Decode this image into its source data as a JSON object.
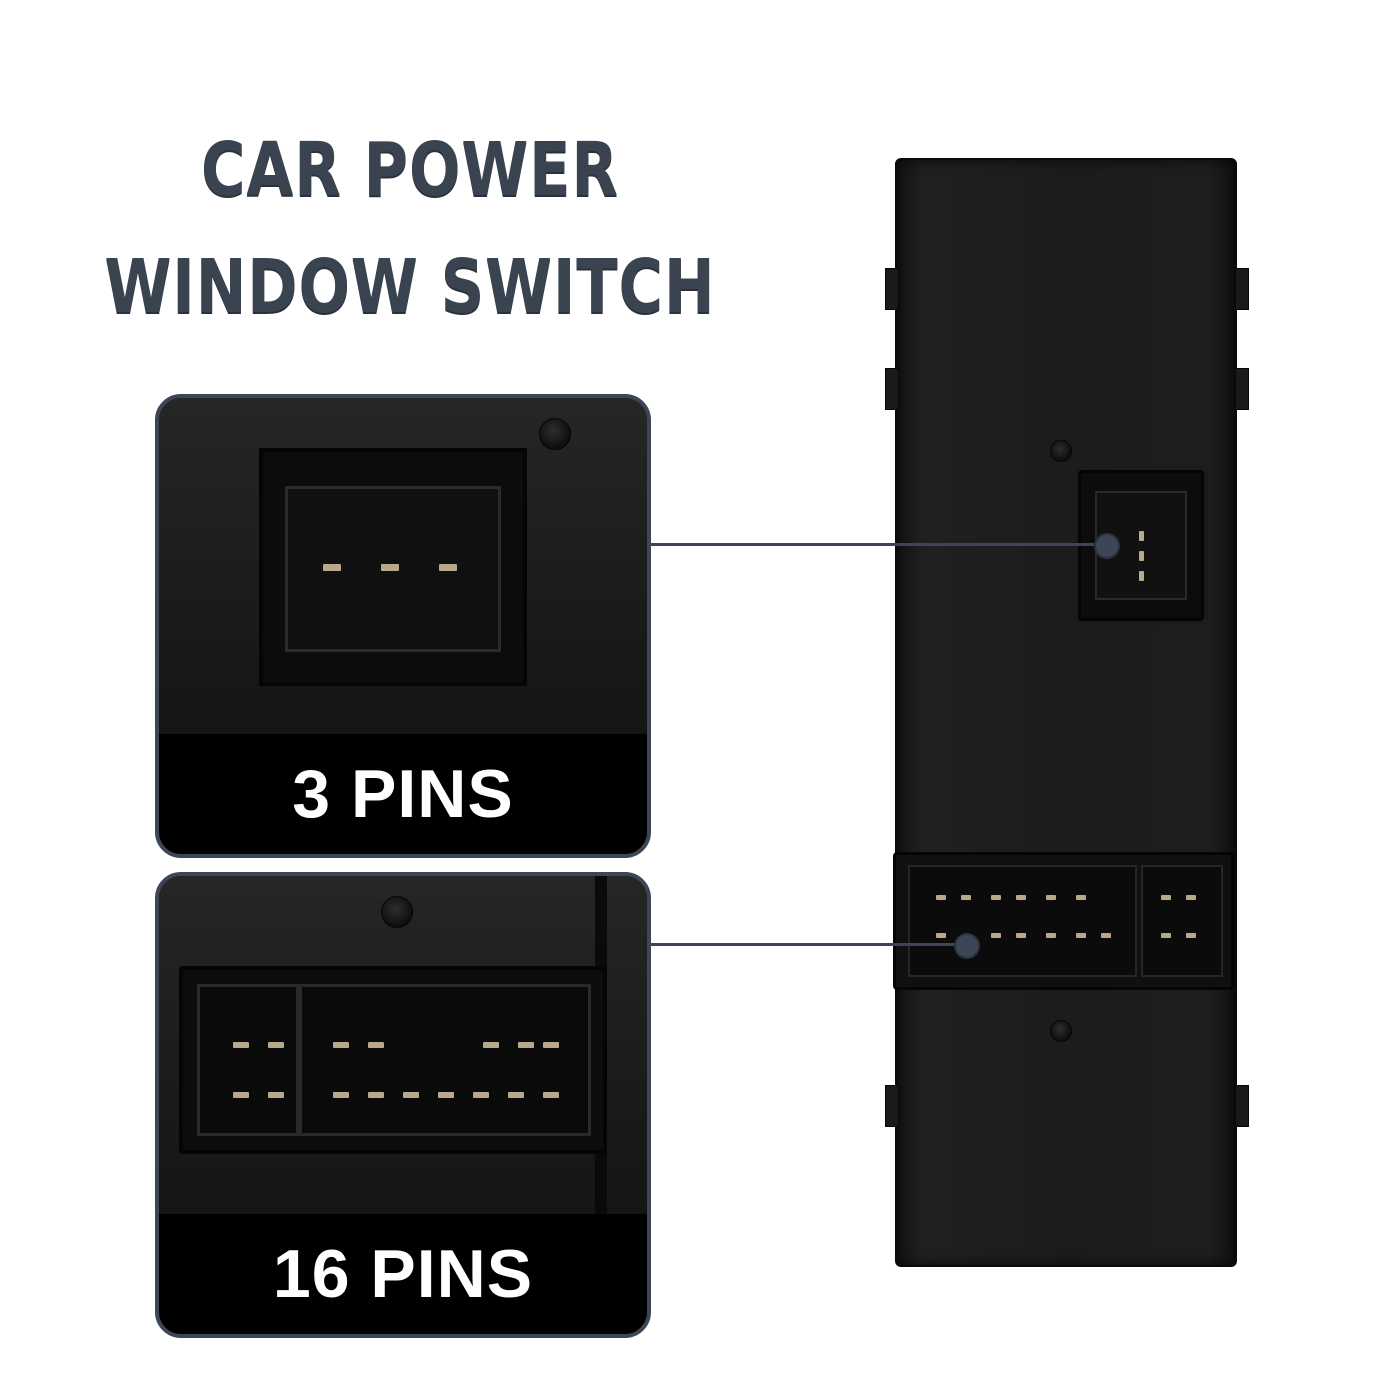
{
  "title": {
    "line1": "CAR POWER",
    "line2": "WINDOW SWITCH"
  },
  "callouts": [
    {
      "label": "3 PINS",
      "pin_count": 3
    },
    {
      "label": "16 PINS",
      "pin_count": 16
    }
  ],
  "colors": {
    "title": "#3a4350",
    "accent_line": "#3d4657",
    "label_bar": "#000000",
    "label_text": "#ffffff",
    "product": "#1c1c1c"
  }
}
